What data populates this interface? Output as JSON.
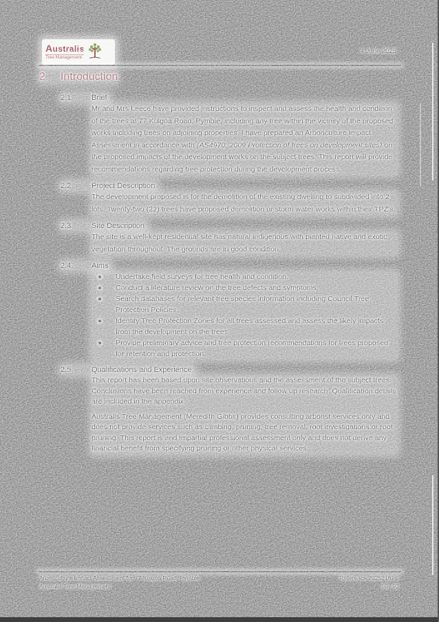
{
  "header": {
    "logo_title": "Australis",
    "logo_subtitle": "Tree Management",
    "date": "4 June 2025"
  },
  "heading": {
    "number": "2.",
    "title": "Introduction"
  },
  "sections": [
    {
      "number": "2.1.",
      "title": "Brief",
      "para_pre": "Mr and Mrs Leece have provided instructions to inspect and assess the health and condition of the trees at 77 Kulgoa Road, Pymble, including any tree within the vicinity of the proposed works including trees on adjoining properties. I have prepared an Arboriculture Impact Assessment in accordance with ",
      "para_italic": "(AS4970: 2009 Protection of trees on development sites)",
      "para_post": " on the proposed impacts of the development works on the subject trees. This report will provide recommendations regarding tree protection during the development process."
    },
    {
      "number": "2.2.",
      "title": "Project Description",
      "para": "The development proposed is for the demolition of the existing dwelling to subdivided into 2 lots. Twenty-two (22) trees have proposed demolition or storm water works within their TPZ's."
    },
    {
      "number": "2.3.",
      "title": "Site Description",
      "para": "The site is a well-kept residential site has natural indigenous with planted native and exotic vegetation throughout. The grounds are in good condition."
    },
    {
      "number": "2.4.",
      "title": "Aims",
      "bullets": [
        "Undertake field surveys for tree health and condition.",
        "Conduct a literature review on the tree defects and symptoms.",
        "Search databases for relevant tree species information including Council Tree Protection Policies.",
        "Identify Tree Protection Zones for all trees assessed and assess the likely impacts from the development on the trees.",
        "Provide preliminary advice and tree protection recommendations for trees proposed for retention and protection."
      ]
    },
    {
      "number": "2.5.",
      "title": "Qualifications and Experience",
      "para1": "This report has been based upon site observations and the assessment of the subject trees. Conclusions have been reached from experience and follow up research. Qualification details are included in the appendix.",
      "para2": "Australis Tree Management (Meredith Gibbs) provides consulting arborist services only and does not provide services such as climbing, pruning, tree removal, root investigations or root pruning. This report is and impartial professional assessment only and does not derive any financial benefit from specifying pruning or other physical services."
    }
  ],
  "footer": {
    "left_line1": "Arboriculture Impact Assessment for 77 Kulgoa Road, Pymble",
    "left_line2": "Australis Tree Management",
    "right_line1": "Reference 20252167.5",
    "right_line2": "10 / 93"
  },
  "colors": {
    "page_background": "#818181",
    "body_text": "#4a4a4a",
    "heading_red": "#9b5660",
    "logo_red": "#8f2937",
    "foliage_green": "#6f9440"
  }
}
